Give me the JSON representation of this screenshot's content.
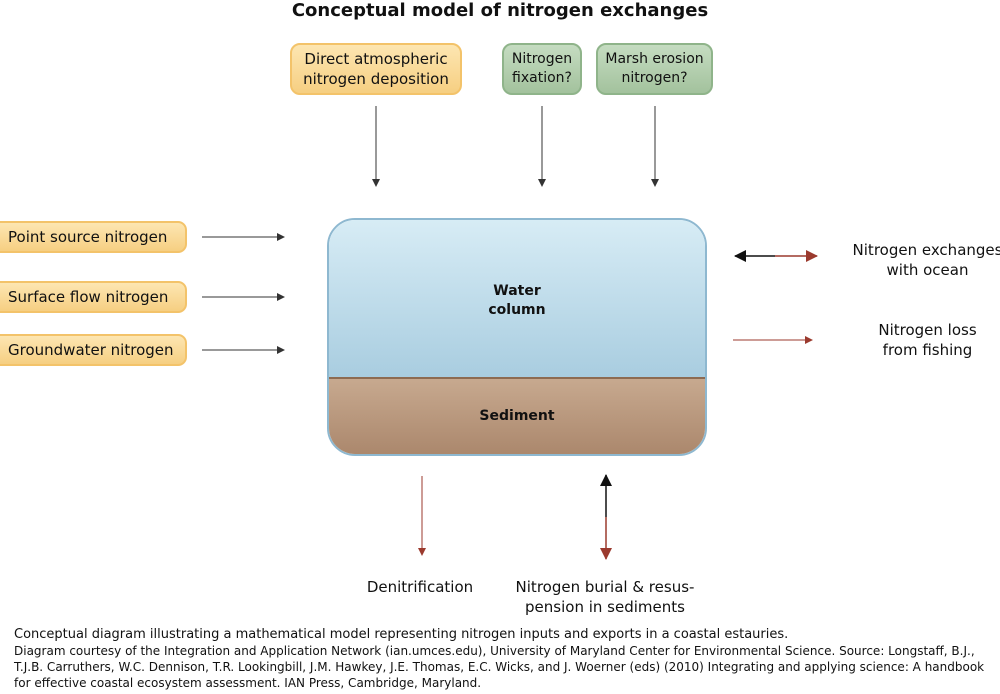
{
  "title": "Conceptual model of nitrogen exchanges",
  "top_inputs": {
    "atmospheric": [
      "Direct atmospheric",
      "nitrogen deposition"
    ],
    "fixation": [
      "Nitrogen",
      "fixation?"
    ],
    "marsh": [
      "Marsh erosion",
      "nitrogen?"
    ]
  },
  "left_inputs": {
    "point": "Point source nitrogen",
    "surface": "Surface flow nitrogen",
    "groundwater": "Groundwater nitrogen"
  },
  "water_column": [
    "Water",
    "column"
  ],
  "sediment": "Sediment",
  "right_outputs": {
    "ocean": [
      "Nitrogen exchanges",
      "with ocean"
    ],
    "fishing": [
      "Nitrogen loss",
      "from fishing"
    ]
  },
  "bottom_outputs": {
    "denitrification": "Denitrification",
    "burial": [
      "Nitrogen burial & resus-",
      "pension in sediments"
    ]
  },
  "caption": {
    "main": "Conceptual diagram illustrating a mathematical model representing nitrogen inputs and exports in a coastal estauries.",
    "credit": "Diagram courtesy of the Integration and Application Network (ian.umces.edu), University of Maryland Center for Environmental Science. Source: Longstaff, B.J., T.J.B. Carruthers, W.C. Dennison, T.R. Lookingbill, J.M. Hawkey, J.E. Thomas, E.C. Wicks, and J. Woerner (eds) (2010) Integrating and applying science: A handbook for effective coastal ecosystem assessment. IAN Press, Cambridge, Maryland."
  },
  "colors": {
    "arrow_dark": "#333333",
    "arrow_red": "#9b3a2e",
    "input_yellow": "#f6cf82",
    "input_green": "#a3c29d",
    "water": "#a9cde0",
    "sediment": "#a9856a"
  }
}
